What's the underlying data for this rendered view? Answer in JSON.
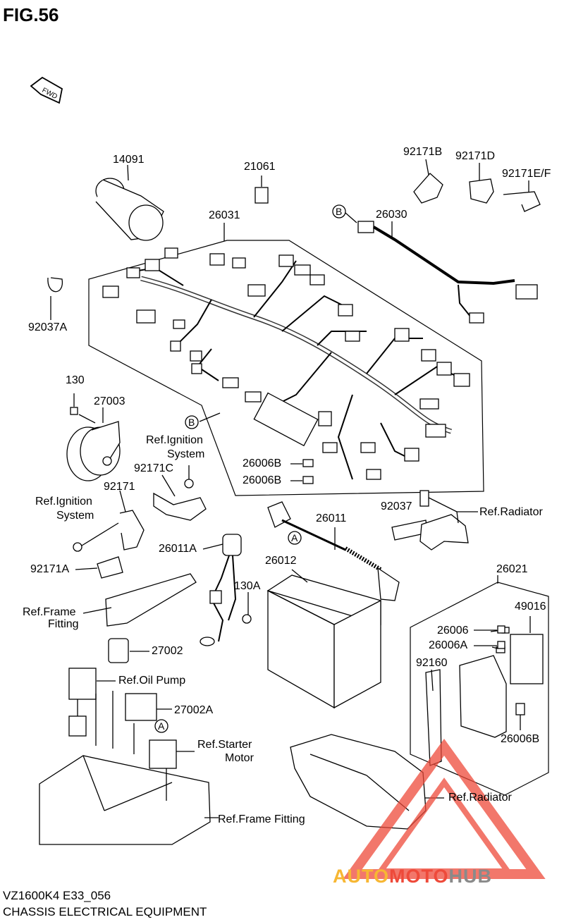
{
  "figure": {
    "title": "FIG.56"
  },
  "footer": {
    "model_code": "VZ1600K4 E33_056",
    "section_title": "CHASSIS ELECTRICAL EQUIPMENT"
  },
  "labels": {
    "p14091": "14091",
    "p21061": "21061",
    "p92171B": "92171B",
    "p92171D": "92171D",
    "p92171EF": "92171E/F",
    "p26031": "26031",
    "p26030": "26030",
    "p92037A": "92037A",
    "p130": "130",
    "p27003": "27003",
    "ref_ign_1a": "Ref.Ignition",
    "ref_ign_1b": "System",
    "p92171C": "92171C",
    "p92171": "92171",
    "ref_ign_2a": "Ref.Ignition",
    "ref_ign_2b": "System",
    "p26006B_1": "26006B",
    "p26006B_2": "26006B",
    "p92037": "92037",
    "ref_radiator_1": "Ref.Radiator",
    "p26011": "26011",
    "p26011A": "26011A",
    "p26012": "26012",
    "p92171A": "92171A",
    "ref_frame_a": "Ref.Frame",
    "ref_frame_b": "Fitting",
    "p130A": "130A",
    "p27002": "27002",
    "ref_oil_pump": "Ref.Oil Pump",
    "p27002A": "27002A",
    "ref_starter_a": "Ref.Starter",
    "ref_starter_b": "Motor",
    "ref_frame_fitting": "Ref.Frame Fitting",
    "p26021": "26021",
    "p49016": "49016",
    "p26006": "26006",
    "p26006A": "26006A",
    "p92160": "92160",
    "p26006B_3": "26006B",
    "ref_radiator_2": "Ref.Radiator"
  },
  "markers": {
    "b1": "B",
    "b2": "B",
    "a1": "A",
    "a2": "A"
  },
  "fwd_arrow": "FWD",
  "watermark": {
    "part1": "AUTO",
    "part2": "MOTO",
    "part3": "HUB",
    "color_1": "#f7b733",
    "color_2": "#ee4a3a",
    "color_3": "#8a8a8a"
  }
}
